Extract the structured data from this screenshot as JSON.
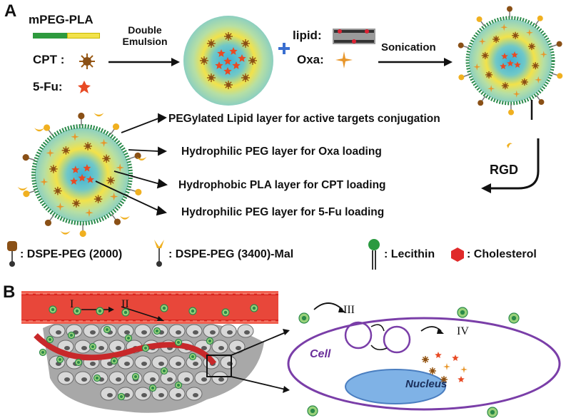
{
  "panel_a": {
    "letter": "A",
    "polymer_label": "mPEG-PLA",
    "cpt_label": "CPT :",
    "fu_label": "5-Fu:",
    "step1_line1": "Double",
    "step1_line2": "Emulsion",
    "lipid_label": "lipid:",
    "oxa_label": "Oxa:",
    "step2": "Sonication",
    "rgd": "RGD",
    "layers": [
      "PEGylated Lipid layer for active targets conjugation",
      "Hydrophilic PEG layer for Oxa loading",
      "Hydrophobic PLA layer for CPT loading",
      "Hydrophilic PEG layer for 5-Fu loading"
    ],
    "legend": {
      "dspe_2000": ": DSPE-PEG (2000)",
      "dspe_3400": ": DSPE-PEG (3400)-Mal",
      "lecithin": ": Lecithin",
      "cholesterol": ": Cholesterol"
    }
  },
  "panel_b": {
    "letter": "B",
    "step_i": "I",
    "step_ii": "II",
    "step_iii": "III",
    "step_iv": "IV",
    "cell_label": "Cell",
    "nucleus_label": "Nucleus"
  },
  "colors": {
    "vessel_red": "#d9231c",
    "lipid_ring": "#2a8a4a",
    "core_blue": "#3ab0d8",
    "core_yellow": "#f2e24a",
    "outer_teal": "#8ccfc0",
    "cell_membrane": "#7a3ea8",
    "nucleus_fill": "#7fb2e6"
  }
}
